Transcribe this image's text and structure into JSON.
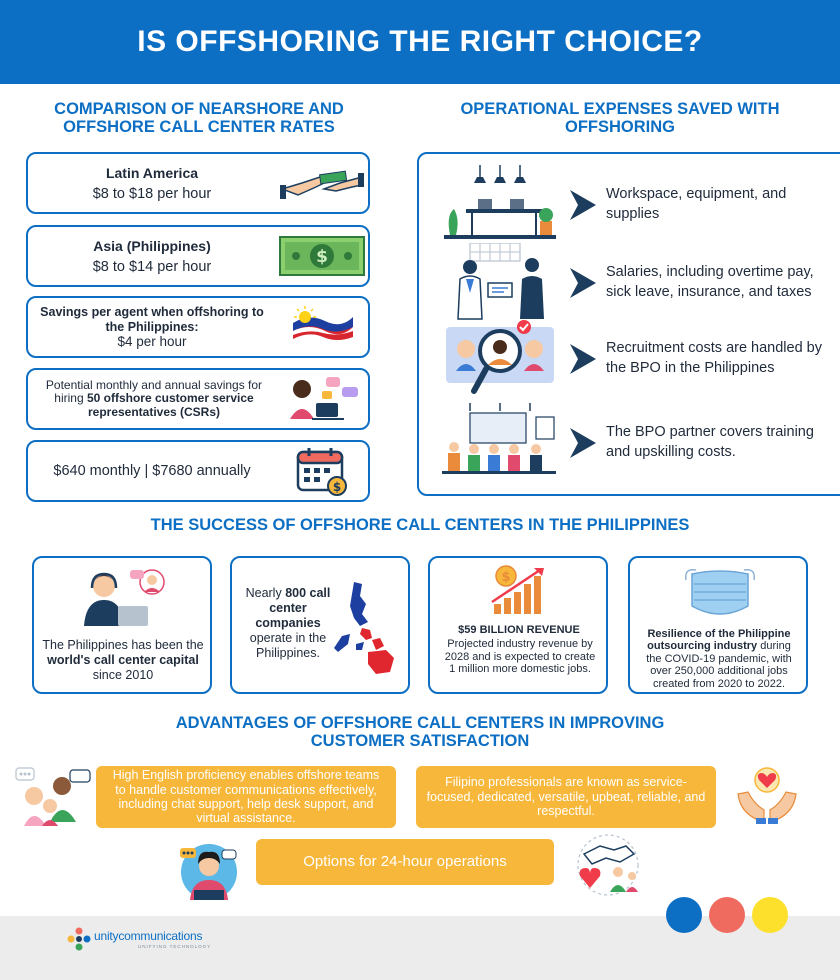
{
  "title": "IS OFFSHORING THE RIGHT CHOICE?",
  "comparison": {
    "heading": "COMPARISON OF NEARSHORE AND OFFSHORE CALL CENTER RATES",
    "latam_title": "Latin America",
    "latam_rate": "$8 to $18 per hour",
    "asia_title": "Asia (Philippines)",
    "asia_rate": "$8 to $14 per hour",
    "savings_title": "Savings per agent when offshoring to the Philippines:",
    "savings_value": "$4 per hour",
    "potential_pre": "Potential monthly and annual savings for hiring",
    "potential_bold": "50 offshore customer service representatives (CSRs)",
    "totals": "$640 monthly | $7680 annually"
  },
  "operational": {
    "heading": "OPERATIONAL EXPENSES SAVED WITH OFFSHORING",
    "items": [
      "Workspace, equipment, and supplies",
      "Salaries, including overtime pay, sick leave, insurance, and taxes",
      "Recruitment costs are handled by the BPO in the Philippines",
      "The BPO partner covers training and upskilling costs."
    ]
  },
  "success": {
    "heading": "THE SUCCESS OF OFFSHORE CALL CENTERS IN THE PHILIPPINES",
    "capital_pre": "The Philippines has been the",
    "capital_bold": "world's call center capital",
    "capital_post": "since 2010",
    "companies_pre": "Nearly",
    "companies_bold": "800 call center companies",
    "companies_post": "operate in the Philippines.",
    "revenue_title": "$59 BILLION REVENUE",
    "revenue_text": "Projected industry revenue by 2028 and is expected to create 1 million more domestic jobs.",
    "resilience_bold": "Resilience of the Philippine outsourcing industry",
    "resilience_text": "during the COVID-19 pandemic, with over 250,000 additional jobs created from 2020 to 2022."
  },
  "advantages": {
    "heading": "ADVANTAGES OF OFFSHORE CALL CENTERS IN IMPROVING CUSTOMER SATISFACTION",
    "english": "High English proficiency enables offshore teams to handle customer communications effectively, including chat support, help desk support, and virtual assistance.",
    "filipino": "Filipino professionals are known as service-focused, dedicated, versatile, upbeat, reliable, and respectful.",
    "hours": "Options for 24-hour operations"
  },
  "footer": {
    "logo_main": "unitycommunications",
    "logo_tag": "UNIFYING TECHNOLOGY",
    "dot_colors": [
      "#0d6fc4",
      "#ef6a5f",
      "#fde02b"
    ]
  },
  "colors": {
    "primary": "#0d6fc4",
    "accent": "#f7b73a",
    "navy": "#1c3d5e"
  }
}
